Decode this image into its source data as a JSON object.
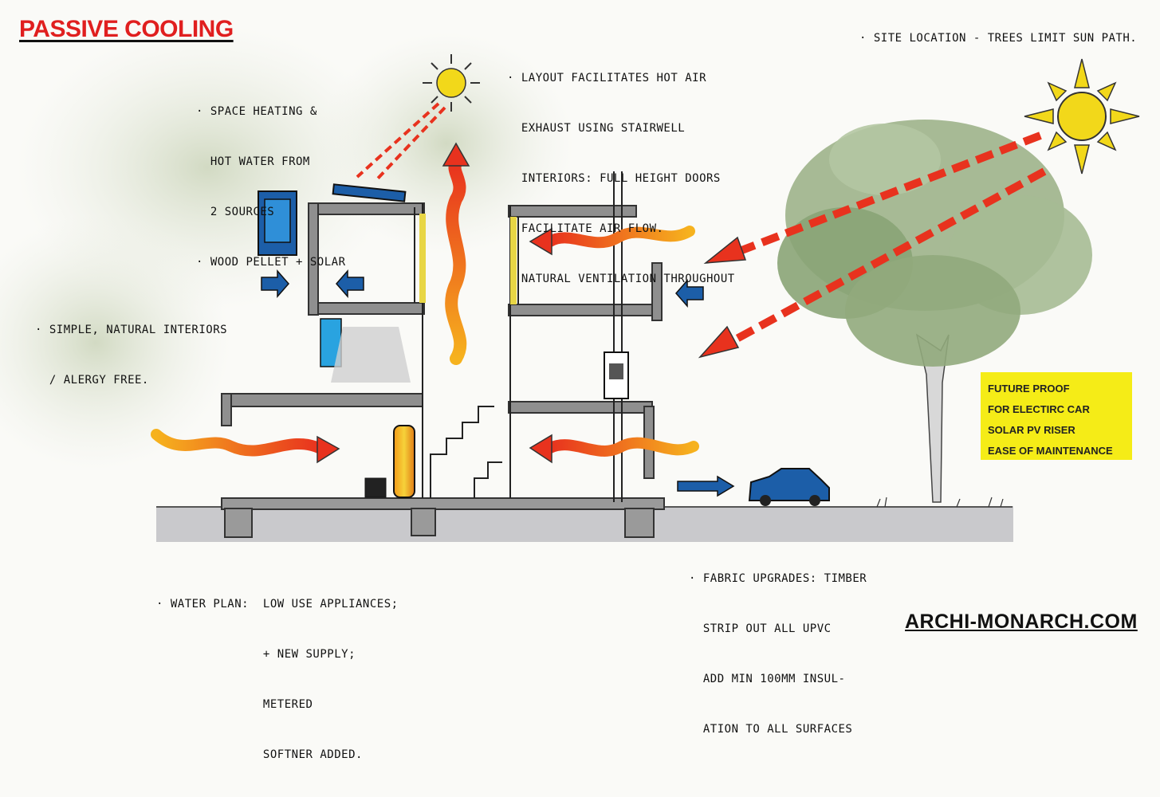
{
  "title": "PASSIVE COOLING",
  "notes": {
    "heating": [
      "· SPACE HEATING &",
      "  HOT WATER FROM",
      "  2 SOURCES",
      "· WOOD PELLET + SOLAR"
    ],
    "layout": [
      "· LAYOUT FACILITATES HOT AIR",
      "  EXHAUST USING STAIRWELL",
      "  INTERIORS: FULL HEIGHT DOORS",
      "  FACILITATE AIR FLOW.",
      "  NATURAL VENTILATION THROUGHOUT"
    ],
    "site": "· SITE LOCATION - TREES LIMIT SUN PATH.",
    "interiors": [
      "· SIMPLE, NATURAL INTERIORS",
      "  / ALERGY FREE."
    ],
    "fabric": [
      "· FABRIC UPGRADES: TIMBER",
      "  STRIP OUT ALL UPVC",
      "  ADD MIN 100MM INSUL-",
      "  ATION TO ALL SURFACES"
    ],
    "water": [
      "· WATER PLAN:  LOW USE APPLIANCES;",
      "               + NEW SUPPLY;",
      "               METERED",
      "               SOFTNER ADDED."
    ]
  },
  "future_box": [
    "FUTURE PROOF",
    "FOR ELECTIRC CAR",
    "SOLAR PV RISER",
    "EASE OF MAINTENANCE"
  ],
  "watermark": "ARCHI-MONARCH.COM",
  "colors": {
    "title": "#e01f1f",
    "yellow_box": "#f5ec17",
    "sun": "#f2d81a",
    "air_flow_hot": "#e8321e",
    "air_flow_warm": "#f6b21e",
    "blue_elements": "#1c5ea8",
    "tree": "#9db38a"
  },
  "icons": [
    "sun-icon",
    "tree-icon",
    "car-icon",
    "solar-panel-icon",
    "window-icon",
    "water-tank-icon",
    "stove-icon"
  ]
}
